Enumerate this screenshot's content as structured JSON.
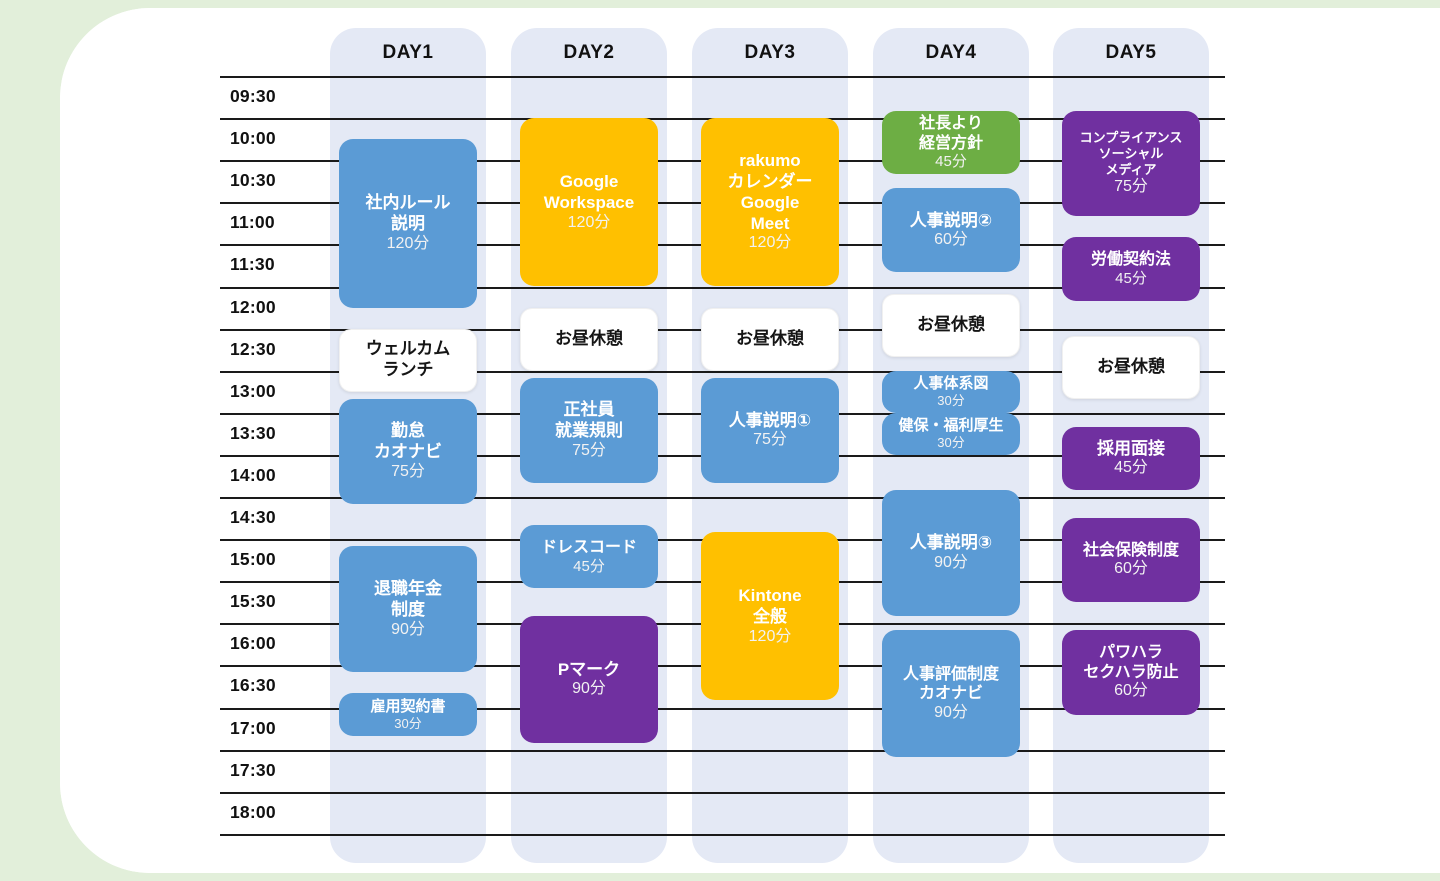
{
  "palette": {
    "page_background": "#E2EFDA",
    "card_background": "#FFFFFF",
    "column_band": "#E4E9F5",
    "blue": "#5B9BD5",
    "orange": "#FFC000",
    "purple": "#7030A0",
    "green": "#6DAE44",
    "break_white": "#FFFFFF",
    "gridline": "#1A1A1A",
    "text_dark": "#111111",
    "text_light": "#FFFFFF"
  },
  "schedule": {
    "type": "timetable",
    "time_start": "09:30",
    "time_end": "18:00",
    "slot_minutes": 30,
    "times": [
      "09:30",
      "10:00",
      "10:30",
      "11:00",
      "11:30",
      "12:00",
      "12:30",
      "13:00",
      "13:30",
      "14:00",
      "14:30",
      "15:00",
      "15:30",
      "16:00",
      "16:30",
      "17:00",
      "17:30",
      "18:00"
    ],
    "days": [
      {
        "label": "DAY1"
      },
      {
        "label": "DAY2"
      },
      {
        "label": "DAY3"
      },
      {
        "label": "DAY4"
      },
      {
        "label": "DAY5"
      }
    ],
    "events": [
      {
        "day": 0,
        "start": "10:15",
        "end": "12:15",
        "title": "社内ルール\n説明",
        "duration": "120分",
        "color": "blue",
        "title_size": 17,
        "dur_size": 16
      },
      {
        "day": 0,
        "start": "12:30",
        "end": "13:15",
        "title": "ウェルカム\nランチ",
        "duration": "",
        "color": "break",
        "title_size": 17,
        "dur_size": 15
      },
      {
        "day": 0,
        "start": "13:20",
        "end": "14:35",
        "title": "勤怠\nカオナビ",
        "duration": "75分",
        "color": "blue",
        "title_size": 17,
        "dur_size": 16
      },
      {
        "day": 0,
        "start": "15:05",
        "end": "16:35",
        "title": "退職年金\n制度",
        "duration": "90分",
        "color": "blue",
        "title_size": 17,
        "dur_size": 16
      },
      {
        "day": 0,
        "start": "16:50",
        "end": "17:20",
        "title": "雇用契約書",
        "duration": "30分",
        "color": "blue",
        "title_size": 15,
        "dur_size": 13
      },
      {
        "day": 1,
        "start": "10:00",
        "end": "12:00",
        "title": "Google\nWorkspace",
        "duration": "120分",
        "color": "orange",
        "title_size": 17,
        "dur_size": 16
      },
      {
        "day": 1,
        "start": "12:15",
        "end": "13:00",
        "title": "お昼休憩",
        "duration": "",
        "color": "break",
        "title_size": 17,
        "dur_size": 15
      },
      {
        "day": 1,
        "start": "13:05",
        "end": "14:20",
        "title": "正社員\n就業規則",
        "duration": "75分",
        "color": "blue",
        "title_size": 17,
        "dur_size": 16
      },
      {
        "day": 1,
        "start": "14:50",
        "end": "15:35",
        "title": "ドレスコード",
        "duration": "45分",
        "color": "blue",
        "title_size": 16,
        "dur_size": 15
      },
      {
        "day": 1,
        "start": "15:55",
        "end": "17:25",
        "title": "Pマーク",
        "duration": "90分",
        "color": "purple",
        "title_size": 17,
        "dur_size": 16
      },
      {
        "day": 2,
        "start": "10:00",
        "end": "12:00",
        "title": "rakumo\nカレンダー\nGoogle\nMeet",
        "duration": "120分",
        "color": "orange",
        "title_size": 17,
        "dur_size": 16
      },
      {
        "day": 2,
        "start": "12:15",
        "end": "13:00",
        "title": "お昼休憩",
        "duration": "",
        "color": "break",
        "title_size": 17,
        "dur_size": 15
      },
      {
        "day": 2,
        "start": "13:05",
        "end": "14:20",
        "title": "人事説明①",
        "duration": "75分",
        "color": "blue",
        "title_size": 17,
        "dur_size": 16
      },
      {
        "day": 2,
        "start": "14:55",
        "end": "16:55",
        "title": "Kintone\n全般",
        "duration": "120分",
        "color": "orange",
        "title_size": 17,
        "dur_size": 16
      },
      {
        "day": 3,
        "start": "09:55",
        "end": "10:40",
        "title": "社長より\n経営方針",
        "duration": "45分",
        "color": "green",
        "title_size": 16,
        "dur_size": 15
      },
      {
        "day": 3,
        "start": "10:50",
        "end": "11:50",
        "title": "人事説明②",
        "duration": "60分",
        "color": "blue",
        "title_size": 17,
        "dur_size": 16
      },
      {
        "day": 3,
        "start": "12:05",
        "end": "12:50",
        "title": "お昼休憩",
        "duration": "",
        "color": "break",
        "title_size": 17,
        "dur_size": 15
      },
      {
        "day": 3,
        "start": "13:00",
        "end": "13:30",
        "title": "人事体系図",
        "duration": "30分",
        "color": "blue",
        "title_size": 15,
        "dur_size": 13
      },
      {
        "day": 3,
        "start": "13:30",
        "end": "14:00",
        "title": "健保・福利厚生",
        "duration": "30分",
        "color": "blue",
        "title_size": 15,
        "dur_size": 13
      },
      {
        "day": 3,
        "start": "14:25",
        "end": "15:55",
        "title": "人事説明③",
        "duration": "90分",
        "color": "blue",
        "title_size": 17,
        "dur_size": 16
      },
      {
        "day": 3,
        "start": "16:05",
        "end": "17:35",
        "title": "人事評価制度\nカオナビ",
        "duration": "90分",
        "color": "blue",
        "title_size": 16,
        "dur_size": 16
      },
      {
        "day": 4,
        "start": "09:55",
        "end": "11:10",
        "title": "コンプライアンス\nソーシャル\nメディア",
        "duration": "75分",
        "color": "purple",
        "title_size": 13,
        "dur_size": 16
      },
      {
        "day": 4,
        "start": "11:25",
        "end": "12:10",
        "title": "労働契約法",
        "duration": "45分",
        "color": "purple",
        "title_size": 16,
        "dur_size": 15
      },
      {
        "day": 4,
        "start": "12:35",
        "end": "13:20",
        "title": "お昼休憩",
        "duration": "",
        "color": "break",
        "title_size": 17,
        "dur_size": 15
      },
      {
        "day": 4,
        "start": "13:40",
        "end": "14:25",
        "title": "採用面接",
        "duration": "45分",
        "color": "purple",
        "title_size": 17,
        "dur_size": 16
      },
      {
        "day": 4,
        "start": "14:45",
        "end": "15:45",
        "title": "社会保険制度",
        "duration": "60分",
        "color": "purple",
        "title_size": 16,
        "dur_size": 16
      },
      {
        "day": 4,
        "start": "16:05",
        "end": "17:05",
        "title": "パワハラ\nセクハラ防止",
        "duration": "60分",
        "color": "purple",
        "title_size": 16,
        "dur_size": 16
      }
    ]
  }
}
